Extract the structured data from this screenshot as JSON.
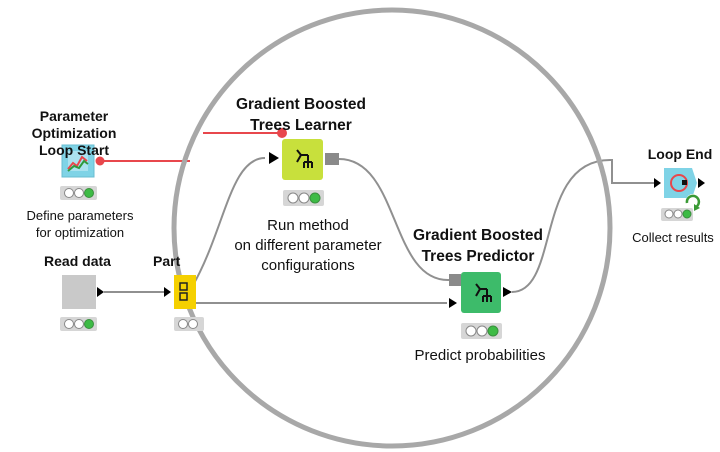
{
  "workflow": {
    "nodes": {
      "loop_start": {
        "title": "Parameter Optimization\nLoop Start",
        "description": "Define parameters\nfor optimization",
        "color": "#7fd3e6"
      },
      "read_data": {
        "title": "Read data",
        "color": "#c9c9c9"
      },
      "partitioning": {
        "title": "Part",
        "color": "#f5d000"
      },
      "learner": {
        "title": "Gradient Boosted\nTrees Learner",
        "description": "Run method\non different parameter\nconfigurations",
        "icon": "tree-icon",
        "color": "#c8e03c"
      },
      "predictor": {
        "title": "Gradient Boosted\nTrees Predictor",
        "description": "Predict probabilities",
        "icon": "tree-icon",
        "color": "#3dbb6a"
      },
      "loop_end": {
        "title": "Loop End",
        "description": "Collect results",
        "color": "#7fd3e6"
      }
    },
    "colors": {
      "connection": "#909090",
      "variable_connection": "#e8474c",
      "magnifier_ring": "#a8a8a8",
      "status_ok": "#3dbb45"
    }
  }
}
